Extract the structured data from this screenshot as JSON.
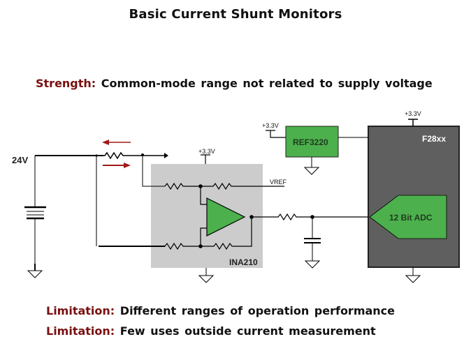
{
  "title": "Basic Current Shunt Monitors",
  "strength": {
    "label": "Strength:",
    "text": "Common-mode range not related to supply voltage"
  },
  "limitations": [
    {
      "label": "Limitation:",
      "text": "Different ranges of operation performance"
    },
    {
      "label": "Limitation:",
      "text": "Few uses outside current measurement"
    }
  ],
  "schematic": {
    "supply_label": "24V",
    "ina_label": "INA210",
    "ina_supply": "+3.3V",
    "vref_label": "VREF",
    "ref_label": "REF3220",
    "ref_supply": "+3.3V",
    "mcu_label": "F28xx",
    "mcu_supply": "+3.3V",
    "adc_label": "12 Bit ADC",
    "colors": {
      "green": "#4cb04c",
      "ina_box": "#cccccc",
      "mcu_box": "#5f5f5f",
      "arrow_red": "#a01818",
      "label_red": "#7a1010"
    }
  }
}
